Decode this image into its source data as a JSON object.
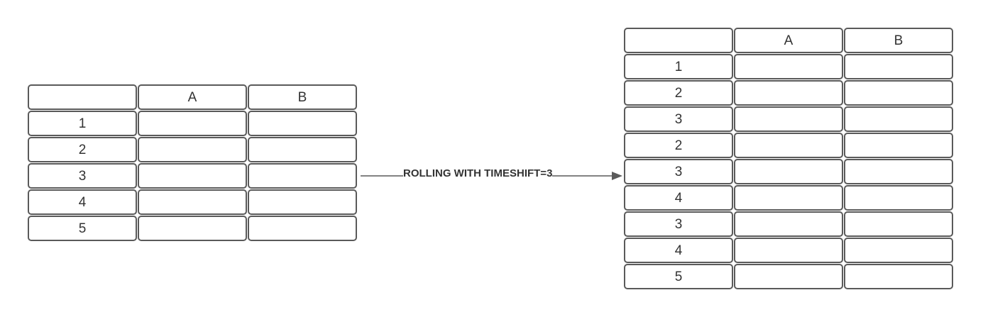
{
  "left_table": {
    "header": [
      "",
      "A",
      "B"
    ],
    "rows": [
      [
        "1",
        "",
        ""
      ],
      [
        "2",
        "",
        ""
      ],
      [
        "3",
        "",
        ""
      ],
      [
        "4",
        "",
        ""
      ],
      [
        "5",
        "",
        ""
      ]
    ]
  },
  "arrow": {
    "label": "ROLLING WITH TIMESHIFT=3"
  },
  "right_table": {
    "header": [
      "",
      "A",
      "B"
    ],
    "rows": [
      [
        "1",
        "",
        ""
      ],
      [
        "2",
        "",
        ""
      ],
      [
        "3",
        "",
        ""
      ],
      [
        "2",
        "",
        ""
      ],
      [
        "3",
        "",
        ""
      ],
      [
        "4",
        "",
        ""
      ],
      [
        "3",
        "",
        ""
      ],
      [
        "4",
        "",
        ""
      ],
      [
        "5",
        "",
        ""
      ]
    ]
  },
  "colors": {
    "stroke": "#5a5a5a",
    "text": "#333333"
  }
}
